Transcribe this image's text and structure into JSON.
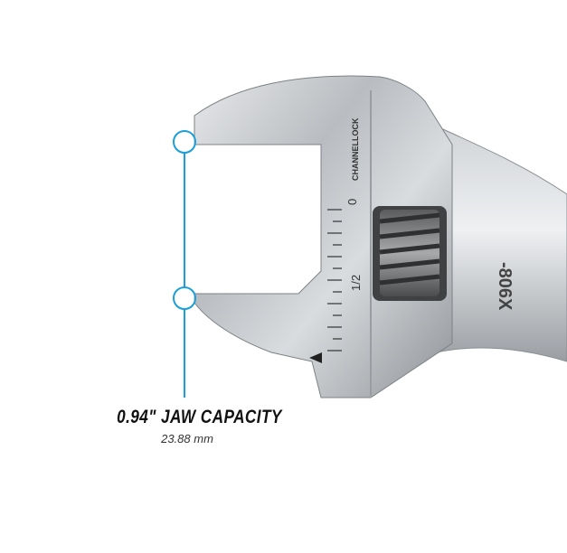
{
  "callout": {
    "title": "0.94\" JAW CAPACITY",
    "subtitle": "23.88 mm",
    "color": "#1b9fd8"
  },
  "wrench_markings": {
    "logo": "CHANNELLOCK",
    "scale_zero": "0",
    "scale_half": "1/2",
    "model": "-806X"
  }
}
